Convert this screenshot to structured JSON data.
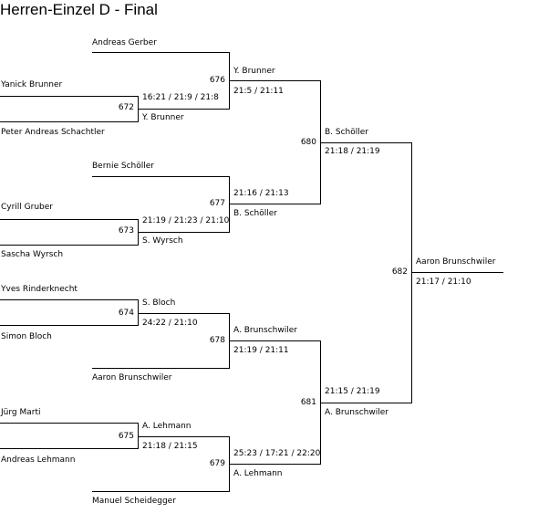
{
  "title": "Herren-Einzel D - Final",
  "players": {
    "andreas_gerber": "Andreas Gerber",
    "yanick_brunner": "Yanick Brunner",
    "peter_schachtler": "Peter Andreas Schachtler",
    "bernie_schoeller": "Bernie Schöller",
    "cyrill_gruber": "Cyrill Gruber",
    "sascha_wyrsch": "Sascha Wyrsch",
    "yves_rinderknecht": "Yves Rinderknecht",
    "simon_bloch": "Simon Bloch",
    "aaron_brunschwiler": "Aaron Brunschwiler",
    "juerg_marti": "Jürg Marti",
    "andreas_lehmann": "Andreas Lehmann",
    "manuel_scheidegger": "Manuel Scheidegger"
  },
  "matches": {
    "m672": {
      "id": "672",
      "winner": "Y. Brunner",
      "score": "16:21 / 21:9 / 21:8"
    },
    "m673": {
      "id": "673",
      "winner": "S. Wyrsch",
      "score": "21:19 / 21:23 / 21:10"
    },
    "m674": {
      "id": "674",
      "winner": "S. Bloch",
      "score": "24:22 / 21:10"
    },
    "m675": {
      "id": "675",
      "winner": "A. Lehmann",
      "score": "21:18 / 21:15"
    },
    "m676": {
      "id": "676",
      "winner": "Y. Brunner",
      "score": "21:5 / 21:11"
    },
    "m677": {
      "id": "677",
      "winner": "B. Schöller",
      "score": "21:16 / 21:13"
    },
    "m678": {
      "id": "678",
      "winner": "A. Brunschwiler",
      "score": "21:19 / 21:11"
    },
    "m679": {
      "id": "679",
      "winner": "A. Lehmann",
      "score": "25:23 / 17:21 / 22:20"
    },
    "m680": {
      "id": "680",
      "winner": "B. Schöller",
      "score": "21:18 / 21:19"
    },
    "m681": {
      "id": "681",
      "winner": "A. Brunschwiler",
      "score": "21:15 / 21:19"
    },
    "m682": {
      "id": "682",
      "winner": "Aaron Brunschwiler",
      "score": "21:17 / 21:10"
    }
  }
}
